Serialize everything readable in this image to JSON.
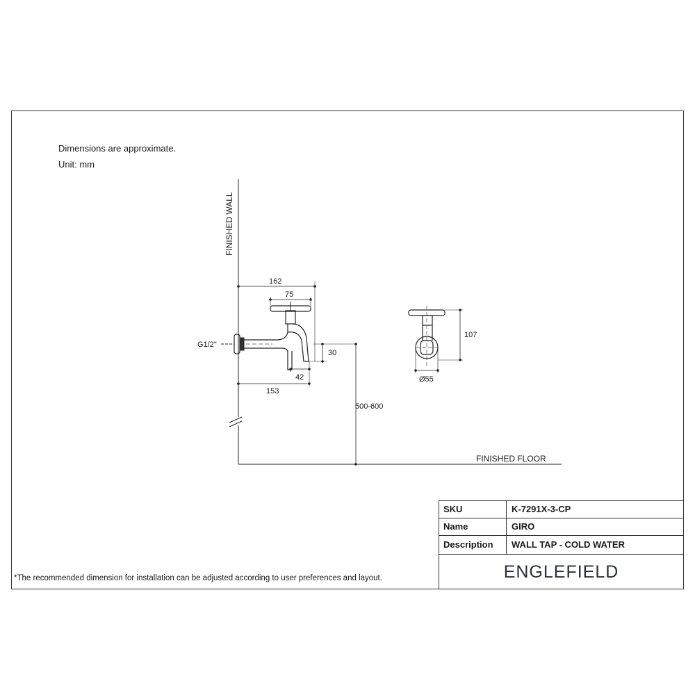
{
  "notes": {
    "line1": "Dimensions are approximate.",
    "line2": "Unit: mm"
  },
  "labels": {
    "finished_wall": "FINISHED WALL",
    "finished_floor": "FINISHED FLOOR",
    "thread": "G1/2\""
  },
  "dimensions": {
    "overall_length": "162",
    "handle_width": "75",
    "spout_drop": "30",
    "spout_offset": "42",
    "spout_reach": "153",
    "install_height": "500-600",
    "front_height": "107",
    "flange_diameter": "Ø55"
  },
  "title_block": {
    "sku_label": "SKU",
    "sku_value": "K-7291X-3-CP",
    "name_label": "Name",
    "name_value": "GIRO",
    "description_label": "Description",
    "description_value": "WALL TAP - COLD WATER",
    "brand": "ENGLEFIELD"
  },
  "footnote": "*The recommended dimension for installation can be adjusted according to user preferences and layout."
}
